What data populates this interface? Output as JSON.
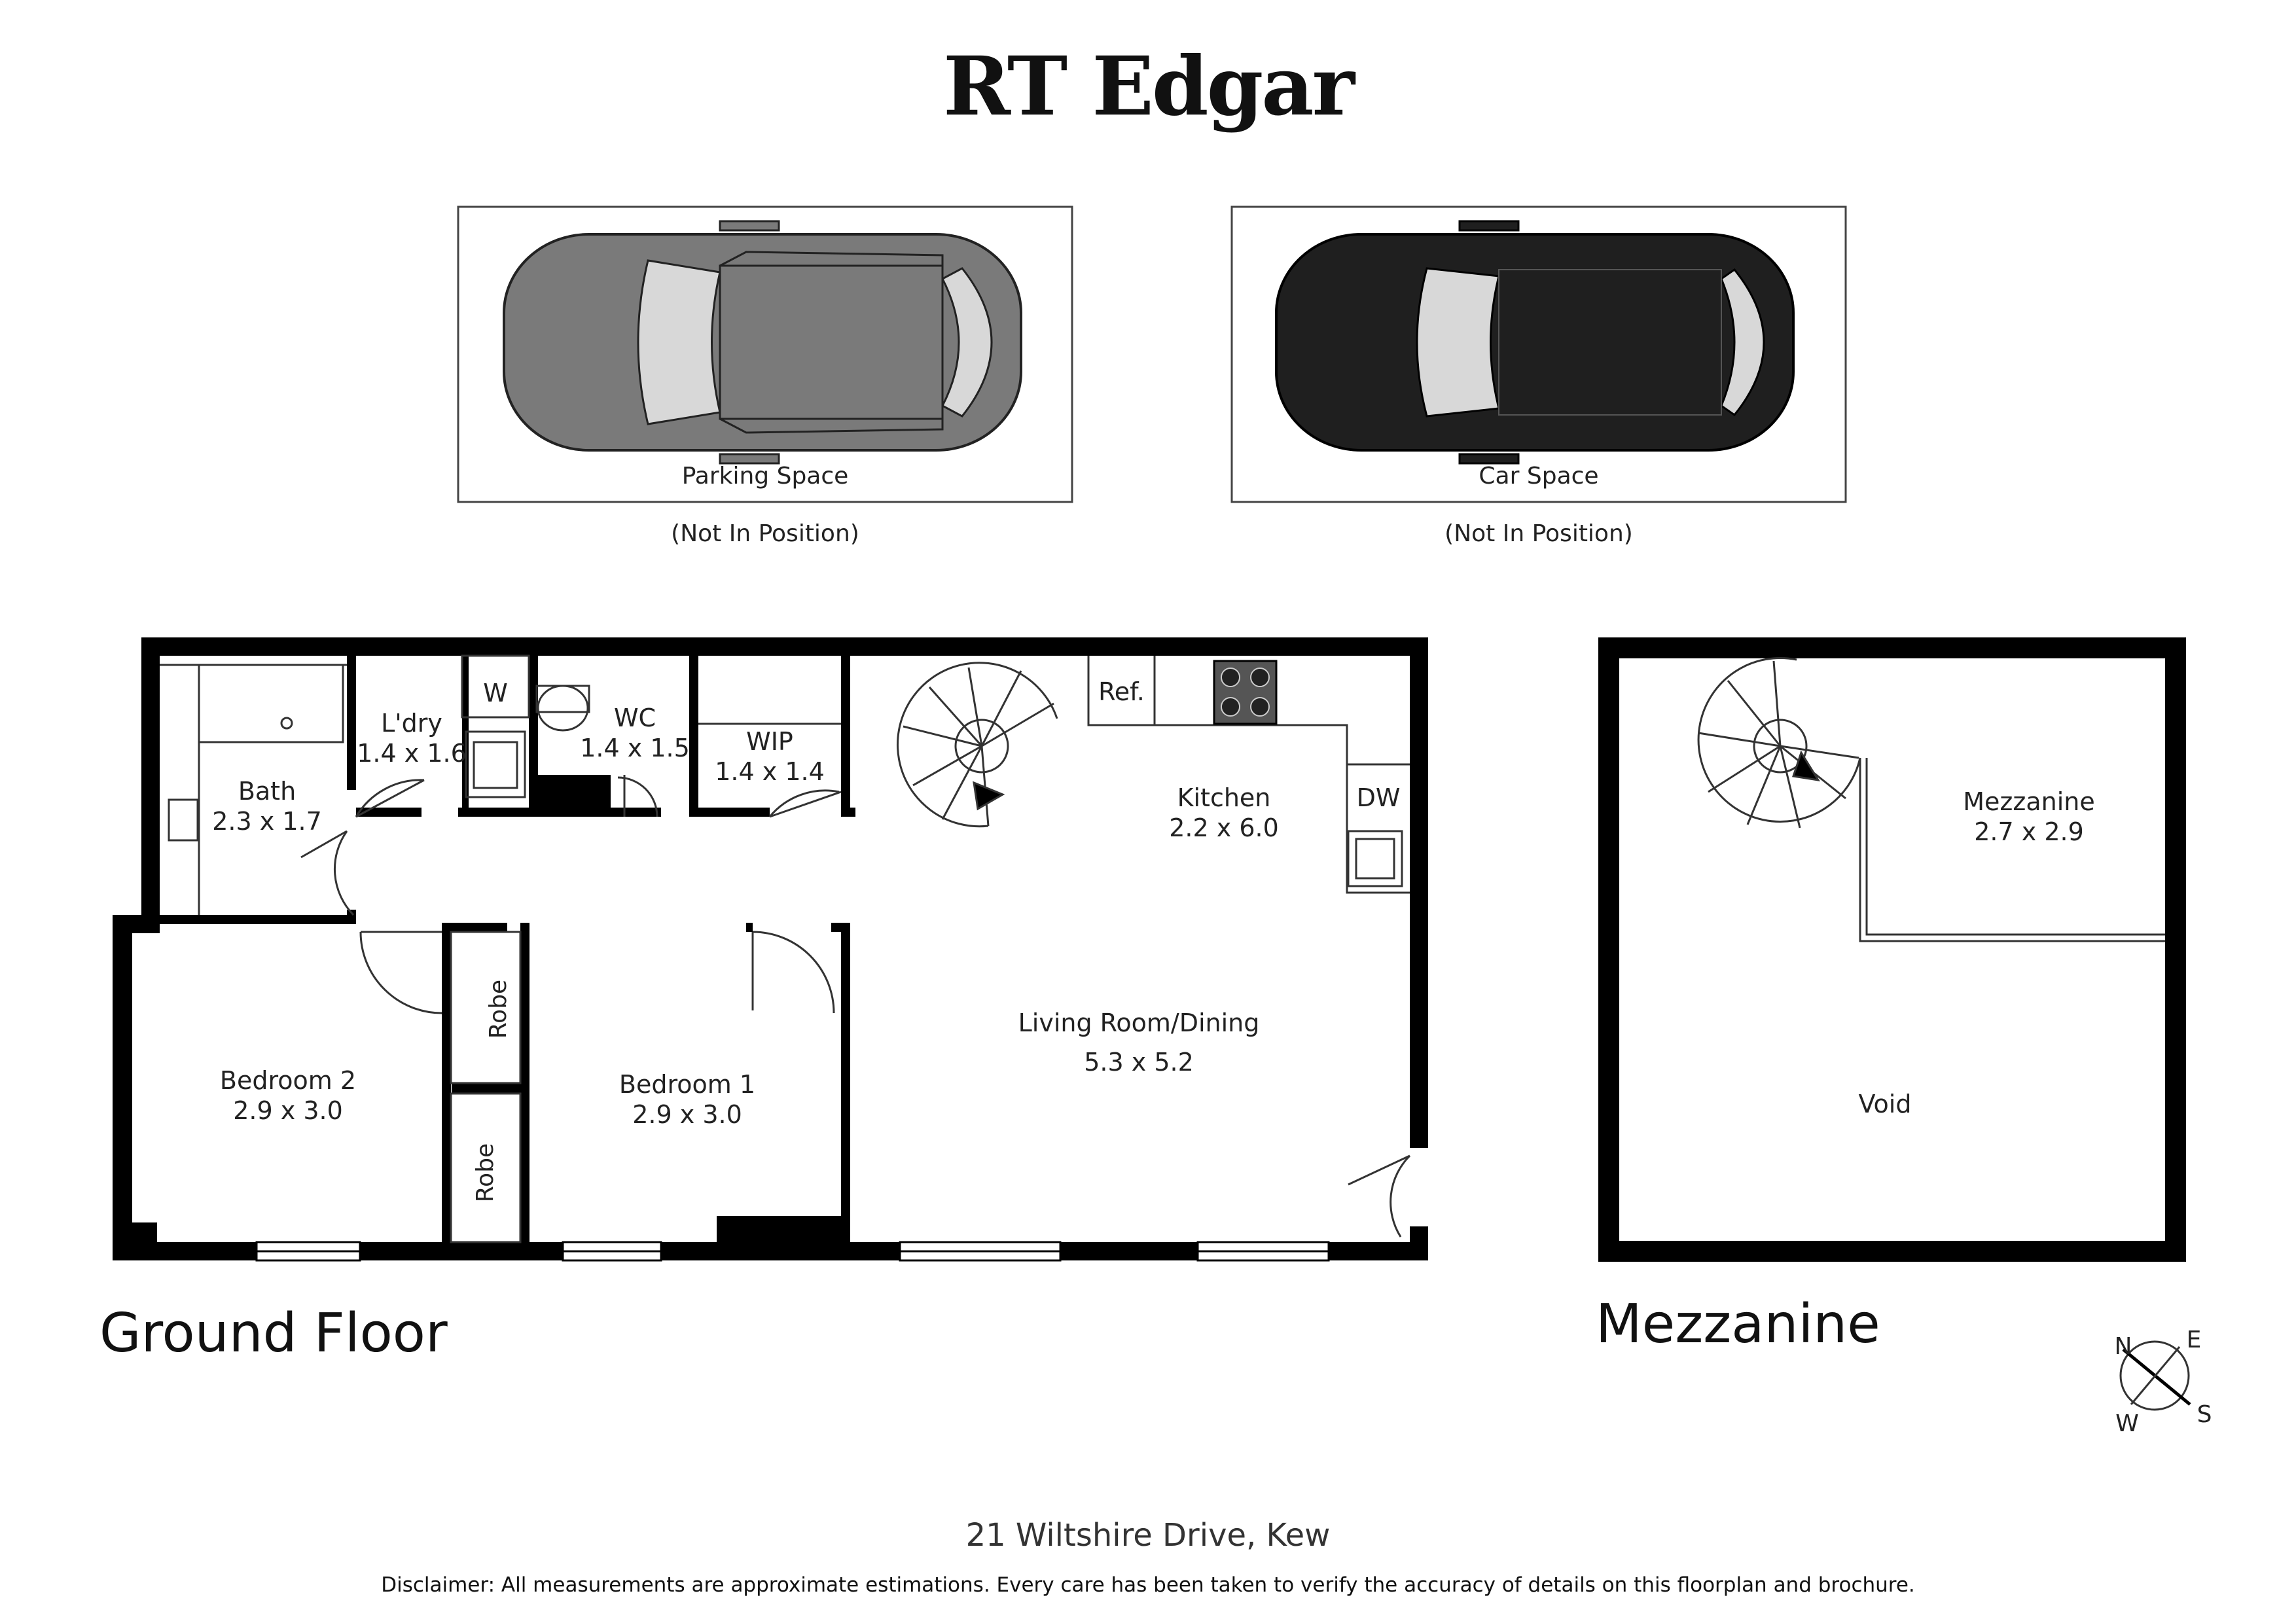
{
  "brand": "RT Edgar",
  "parking": {
    "car1_label": "Parking Space",
    "car1_note": "(Not In Position)",
    "car2_label": "Car Space",
    "car2_note": "(Not In Position)"
  },
  "ground_floor": {
    "title": "Ground Floor",
    "rooms": {
      "bath_name": "Bath",
      "bath_dim": "2.3 x 1.7",
      "laundry_name": "L'dry",
      "laundry_dim": "1.4 x 1.6",
      "w_label": "W",
      "wc_name": "WC",
      "wc_dim": "1.4 x 1.5",
      "wip_name": "WIP",
      "wip_dim": "1.4 x 1.4",
      "ref_label": "Ref.",
      "kitchen_name": "Kitchen",
      "kitchen_dim": "2.2 x 6.0",
      "dw_label": "DW",
      "living_name": "Living Room/Dining",
      "living_dim": "5.3 x 5.2",
      "bed1_name": "Bedroom 1",
      "bed1_dim": "2.9 x 3.0",
      "bed2_name": "Bedroom 2",
      "bed2_dim": "2.9 x 3.0",
      "robe1": "Robe",
      "robe2": "Robe"
    }
  },
  "mezzanine": {
    "title": "Mezzanine",
    "room_name": "Mezzanine",
    "room_dim": "2.7 x 2.9",
    "void_label": "Void"
  },
  "compass": {
    "n": "N",
    "e": "E",
    "s": "S",
    "w": "W"
  },
  "footer": {
    "address": "21 Wiltshire Drive, Kew",
    "disclaimer": "Disclaimer: All measurements are approximate estimations. Every care has been taken to verify the accuracy of details on this floorplan and brochure."
  }
}
